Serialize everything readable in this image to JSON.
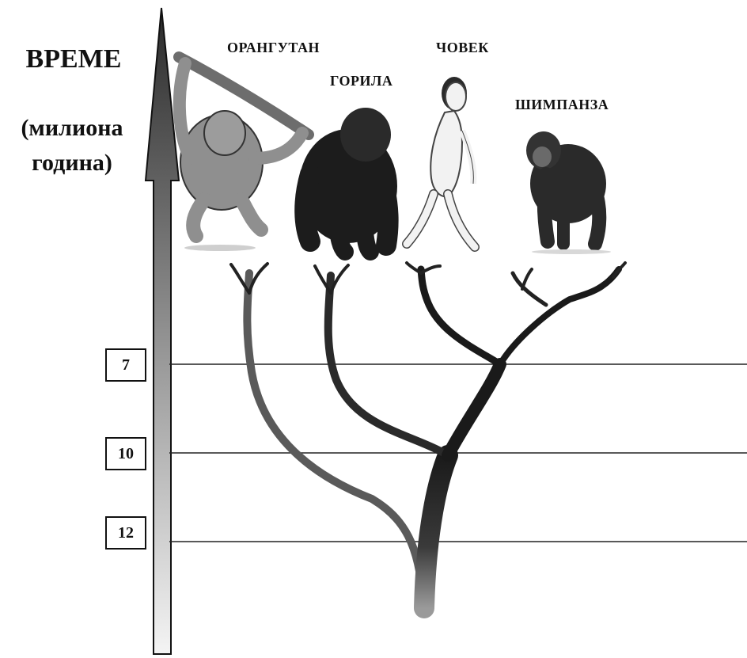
{
  "axis": {
    "title": "ВРЕМЕ",
    "unit_line1": "(милиона",
    "unit_line2": "година)"
  },
  "ticks": [
    "7",
    "10",
    "12"
  ],
  "species": [
    "ОРАНГУТАН",
    "ГОРИЛА",
    "ЧОВЕК",
    "ШИМПАНЗА"
  ],
  "icons": [
    "orangutan-figure",
    "gorilla-figure",
    "human-figure",
    "chimpanzee-figure",
    "time-arrow"
  ]
}
